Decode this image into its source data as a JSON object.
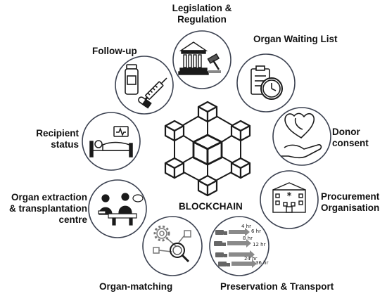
{
  "center": {
    "label": "BLOCKCHAIN"
  },
  "nodes": {
    "legislation": {
      "line1": "Legislation &",
      "line2": "Regulation",
      "icon": "courthouse-gavel-icon"
    },
    "waiting": {
      "label": "Organ Waiting List",
      "icon": "clipboard-clock-icon"
    },
    "donor": {
      "line1": "Donor",
      "line2": "consent",
      "icon": "hand-heart-icon"
    },
    "procurement": {
      "line1": "Procurement",
      "line2": "Organisation",
      "icon": "hospital-building-icon"
    },
    "preservation": {
      "label": "Preservation & Transport",
      "icon": "trucks-timeline-icon",
      "times": [
        "4 hr",
        "6 hr",
        "8 hr",
        "12 hr",
        "24 hr",
        "36 hr"
      ]
    },
    "matching": {
      "label": "Organ-matching",
      "icon": "gears-magnifier-icon"
    },
    "extraction": {
      "line1": "Organ extraction",
      "line2": "& transplantation",
      "line3": "centre",
      "icon": "surgeons-icon"
    },
    "recipient": {
      "line1": "Recipient",
      "line2": "status",
      "icon": "hospital-bed-icon"
    },
    "followup": {
      "label": "Follow-up",
      "icon": "medicine-syringe-icon"
    }
  },
  "colors": {
    "ring": "#3b4150",
    "ink": "#1a1a1a",
    "gray": "#8a8a8a"
  }
}
